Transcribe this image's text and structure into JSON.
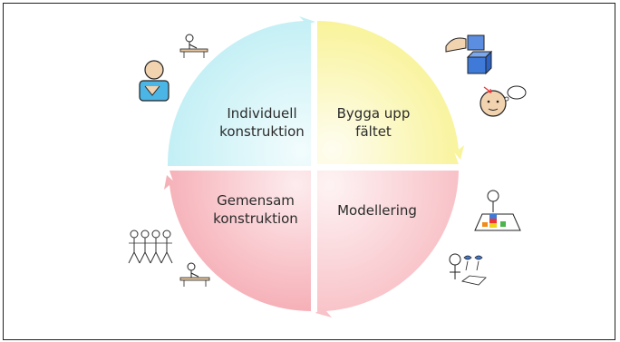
{
  "quadrants": [
    {
      "id": "top-left",
      "label_line1": "Individuell",
      "label_line2": "konstruktion",
      "color_light": "#e6f8fb",
      "color_dark": "#bfeef4"
    },
    {
      "id": "top-right",
      "label_line1": "Bygga upp",
      "label_line2": "fältet",
      "color_light": "#fdfbe0",
      "color_dark": "#f9f49a"
    },
    {
      "id": "bottom-right",
      "label_line1": "Modellering",
      "label_line2": "",
      "color_light": "#fdebee",
      "color_dark": "#f8c1c6"
    },
    {
      "id": "bottom-left",
      "label_line1": "Gemensam",
      "label_line2": "konstruktion",
      "color_light": "#fde5e8",
      "color_dark": "#f7b3ba"
    }
  ],
  "icons": {
    "top_left_a": "person-reading-icon",
    "top_left_b": "person-writing-at-desk-icon",
    "top_right_a": "hand-cube-icon",
    "top_right_b": "face-thinking-icon",
    "bottom_right_a": "person-building-blocks-icon",
    "bottom_right_b": "person-looking-icon",
    "bottom_left_a": "group-of-people-icon",
    "bottom_left_b": "person-writing-icon"
  }
}
